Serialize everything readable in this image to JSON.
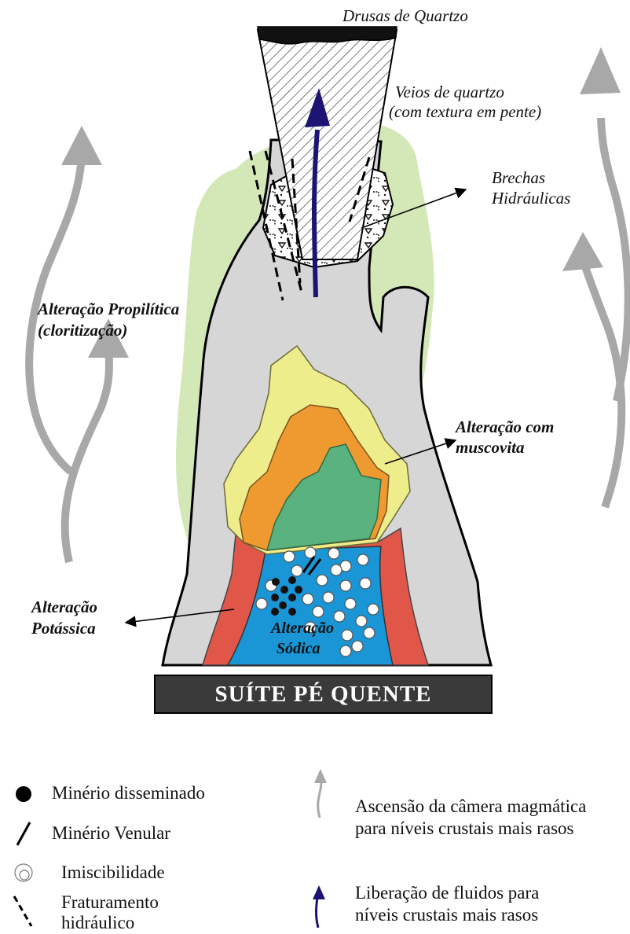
{
  "labels": {
    "drusas": "Drusas de Quartzo",
    "veios_1": "Veios de quartzo",
    "veios_2": "(com textura em pente)",
    "brechas_1": "Brechas",
    "brechas_2": "Hidráulicas",
    "propilitica_1": "Alteração Propilítica",
    "propilitica_2": "(cloritização)",
    "muscovita_1": "Alteração com",
    "muscovita_2": "muscovita",
    "potassica_1": "Alteração",
    "potassica_2": "Potássica",
    "sodica_1": "Alteração",
    "sodica_2": "Sódica",
    "base": "SUÍTE PÉ QUENTE"
  },
  "legend": {
    "disseminado": "Minério disseminado",
    "venular": "Minério Venular",
    "imiscibilidade": "Imiscibilidade",
    "fraturamento_1": "Fraturamento",
    "fraturamento_2": "hidráulico",
    "ascensao_1": "Ascensão da câmera magmática",
    "ascensao_2": "para níveis crustais mais rasos",
    "liberacao_1": "Liberação de fluidos para",
    "liberacao_2": "níveis crustais mais rasos"
  },
  "colors": {
    "propylitic": "#d3e8b6",
    "body": "#d6d6d6",
    "potassic": "#e0574a",
    "sodic": "#1a95d6",
    "muscovite_outer": "#eded8c",
    "muscovite_mid": "#ee9a30",
    "muscovite_inner": "#5ab37f",
    "arrow_gray": "#a8a8a8",
    "fluid_arrow": "#1c1473",
    "base_block": "#3b3a3a"
  }
}
